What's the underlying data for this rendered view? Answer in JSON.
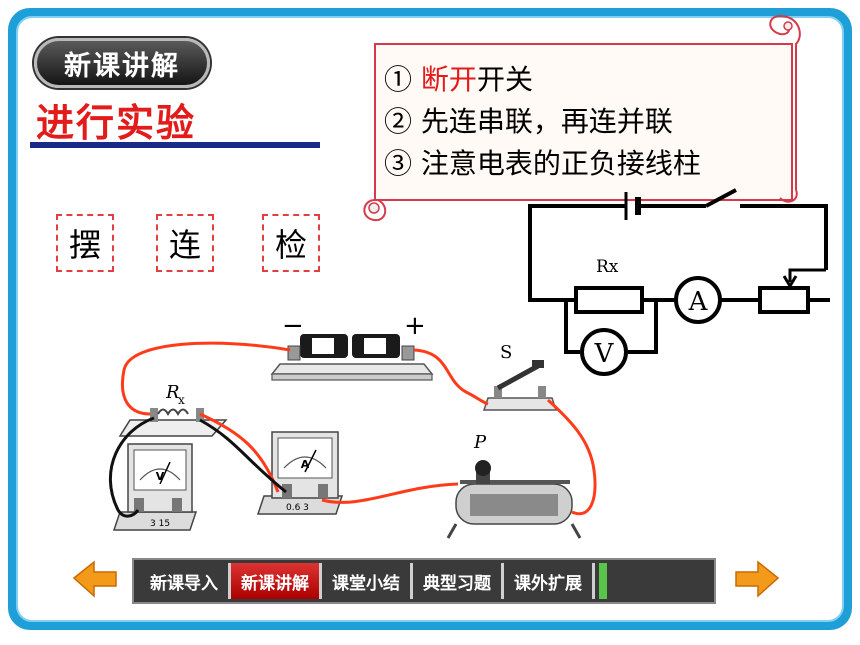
{
  "header": {
    "badge": "新课讲解",
    "title": "进行实验"
  },
  "steps": [
    "摆",
    "连",
    "检"
  ],
  "scroll": {
    "line1_num": "①",
    "line1_red": "断开",
    "line1_rest": "开关",
    "line2": "② 先连串联，再连并联",
    "line3": "③ 注意电表的正负接线柱"
  },
  "schematic": {
    "resistor_label": "Rx",
    "ammeter": "A",
    "voltmeter": "V"
  },
  "apparatus": {
    "minus": "−",
    "plus": "+",
    "switch_label": "S",
    "rx_label": "R",
    "rx_sub": "x",
    "slider_label": "P",
    "voltmeter_letter": "V",
    "ammeter_letter": "A",
    "volt_terminals": "3   15",
    "amp_terminals": "0.6   3"
  },
  "nav": {
    "items": [
      "新课导入",
      "新课讲解",
      "课堂小结",
      "典型习题",
      "课外扩展"
    ],
    "active_index": 1
  },
  "colors": {
    "frame": "#1e9fd8",
    "accent_red": "#e21b1b",
    "wire_red": "#ff3b1a",
    "scroll_border": "#d63a4a",
    "nav_green": "#58c44a",
    "arrow_orange": "#f39a1a"
  }
}
